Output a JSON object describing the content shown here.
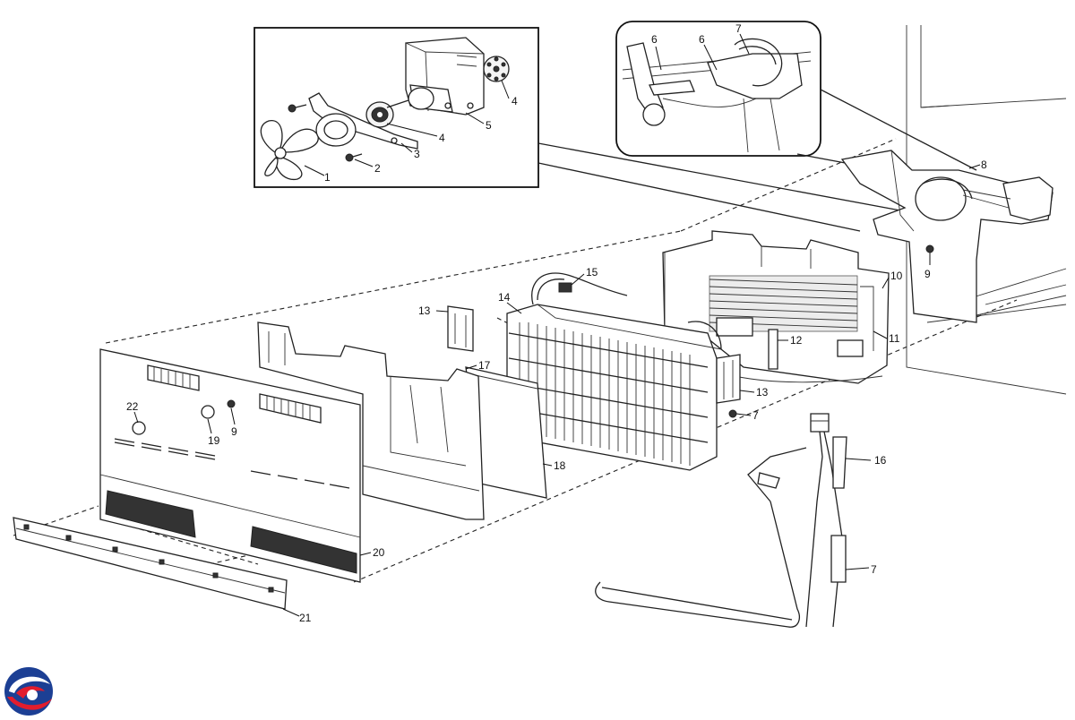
{
  "diagram": {
    "labels": {
      "fan_blade": "1",
      "fan_screw": "2",
      "motor_bracket": "3",
      "grommet_front": "4",
      "grommet_rear": "4",
      "fan_motor": "5",
      "wire_clip_left": "6",
      "wire_clip_right": "6",
      "thermal_fuse_top": "7",
      "fan_shroud": "8",
      "shroud_screw": "9",
      "panel_screw": "9",
      "drain_trough": "10",
      "drain_heater": "11",
      "heater_clip": "12",
      "evap_bracket_left": "13",
      "evap_bracket_right": "13",
      "evaporator": "14",
      "defrost_sensor": "15",
      "harness": "16",
      "thermal_fuse_mid": "7",
      "thermal_fuse_bottom": "7",
      "rear_panel": "17",
      "insulation": "18",
      "grommet_panel": "19",
      "evaporator_cover": "20",
      "trim_strip": "21",
      "knob": "22"
    }
  }
}
